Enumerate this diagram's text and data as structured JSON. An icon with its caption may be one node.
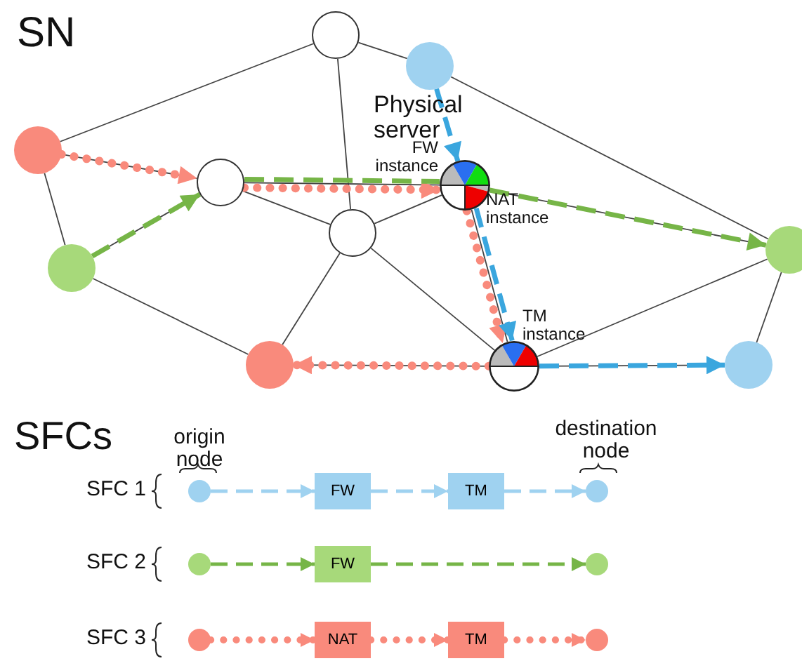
{
  "diagram": {
    "nodes": [
      {
        "text": [],
        "shape": "circle"
      },
      {
        "text": [],
        "shape": "circle"
      },
      {
        "text": [],
        "shape": "circle"
      },
      {
        "text": [],
        "shape": "circle"
      },
      {
        "text": [],
        "shape": "circle",
        "beside": [
          "Physical server",
          "FW instance",
          "NAT instance"
        ]
      },
      {
        "text": [],
        "shape": "circle"
      },
      {
        "text": [],
        "shape": "circle"
      },
      {
        "text": [],
        "shape": "circle"
      },
      {
        "text": [],
        "shape": "circle"
      },
      {
        "text": [],
        "shape": "circle",
        "beside": [
          "TM instance"
        ]
      },
      {
        "text": [],
        "shape": "circle"
      },
      {
        "text": [],
        "shape": "circle"
      },
      {
        "text": [
          "FW"
        ]
      },
      {
        "text": [
          "TM"
        ]
      },
      {
        "text": [],
        "shape": "circle"
      },
      {
        "text": [],
        "shape": "circle"
      },
      {
        "text": [
          "FW"
        ]
      },
      {
        "text": [],
        "shape": "circle"
      },
      {
        "text": [],
        "shape": "circle"
      },
      {
        "text": [
          "NAT"
        ]
      },
      {
        "text": [
          "TM"
        ]
      },
      {
        "text": [],
        "shape": "circle"
      }
    ],
    "edges": [
      {
        "from": 0,
        "to": 2,
        "arrow": "none"
      },
      {
        "from": 0,
        "to": 1,
        "arrow": "none"
      },
      {
        "from": 0,
        "to": 5,
        "arrow": "none"
      },
      {
        "from": 2,
        "to": 7,
        "arrow": "none"
      },
      {
        "from": 2,
        "to": 3,
        "arrow": "none"
      },
      {
        "from": 3,
        "to": 7,
        "arrow": "none"
      },
      {
        "from": 3,
        "to": 5,
        "arrow": "none"
      },
      {
        "from": 3,
        "to": 4,
        "arrow": "none"
      },
      {
        "from": 7,
        "to": 8,
        "arrow": "none"
      },
      {
        "from": 5,
        "to": 4,
        "arrow": "none"
      },
      {
        "from": 5,
        "to": 8,
        "arrow": "none"
      },
      {
        "from": 5,
        "to": 9,
        "arrow": "none"
      },
      {
        "from": 4,
        "to": 9,
        "arrow": "none"
      },
      {
        "from": 4,
        "to": 6,
        "arrow": "none"
      },
      {
        "from": 1,
        "to": 6,
        "arrow": "none"
      },
      {
        "from": 8,
        "to": 9,
        "arrow": "none"
      },
      {
        "from": 9,
        "to": 6,
        "arrow": "none"
      },
      {
        "from": 9,
        "to": 10,
        "arrow": "none"
      },
      {
        "from": 6,
        "to": 10,
        "arrow": "none"
      },
      {
        "from": 2,
        "to": 3,
        "arrow": "to",
        "style": "dashed",
        "color": "#f98a7c"
      },
      {
        "from": 3,
        "to": 4,
        "arrow": "to",
        "style": "dashed",
        "color": "#f98a7c"
      },
      {
        "from": 4,
        "to": 9,
        "arrow": "to",
        "style": "dashed",
        "color": "#f98a7c"
      },
      {
        "from": 9,
        "to": 8,
        "arrow": "to",
        "style": "dashed",
        "color": "#f98a7c"
      },
      {
        "from": 7,
        "to": 3,
        "arrow": "to",
        "style": "dashed",
        "color": "#76b547"
      },
      {
        "from": 3,
        "to": 4,
        "arrow": "none",
        "style": "dashed",
        "color": "#76b547"
      },
      {
        "from": 4,
        "to": 6,
        "arrow": "to",
        "style": "dashed",
        "color": "#76b547"
      },
      {
        "from": 1,
        "to": 4,
        "arrow": "to",
        "style": "dashed",
        "color": "#3aa6de"
      },
      {
        "from": 4,
        "to": 9,
        "arrow": "to",
        "style": "dashed",
        "color": "#3aa6de"
      },
      {
        "from": 9,
        "to": 10,
        "arrow": "to",
        "style": "dashed",
        "color": "#3aa6de"
      },
      {
        "from": 11,
        "to": 12,
        "arrow": "to",
        "style": "dashed",
        "color": "#9fd2f0"
      },
      {
        "from": 12,
        "to": 13,
        "arrow": "to",
        "style": "dashed",
        "color": "#9fd2f0"
      },
      {
        "from": 13,
        "to": 14,
        "arrow": "to",
        "style": "dashed",
        "color": "#9fd2f0"
      },
      {
        "from": 15,
        "to": 16,
        "arrow": "to",
        "style": "dashed",
        "color": "#76b547"
      },
      {
        "from": 16,
        "to": 17,
        "arrow": "to",
        "style": "dashed",
        "color": "#76b547"
      },
      {
        "from": 18,
        "to": 19,
        "arrow": "to",
        "style": "dashed",
        "color": "#f98a7c"
      },
      {
        "from": 19,
        "to": 20,
        "arrow": "to",
        "style": "dashed",
        "color": "#f98a7c"
      },
      {
        "from": 20,
        "to": 21,
        "arrow": "to",
        "style": "dashed",
        "color": "#f98a7c"
      }
    ],
    "labels": [
      "SN",
      "SFCs",
      "origin node",
      "destination node",
      "SFC 1",
      "SFC 2",
      "SFC 3"
    ]
  }
}
